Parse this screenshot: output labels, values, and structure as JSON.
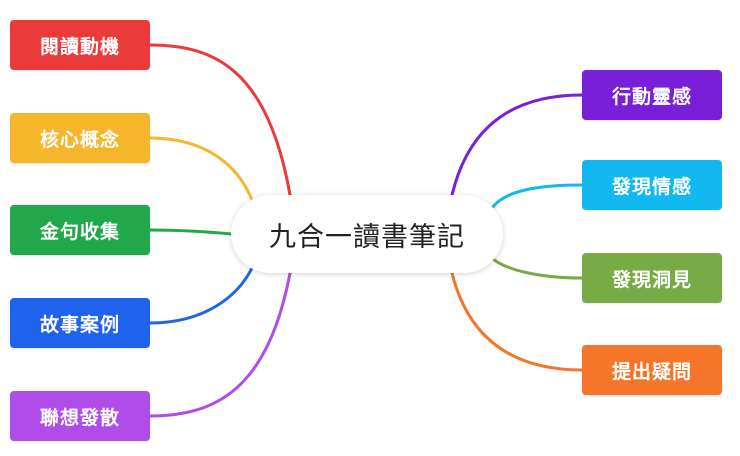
{
  "center": {
    "label": "九合一讀書筆記"
  },
  "branches": [
    {
      "id": "reading-motivation",
      "label": "閱讀動機",
      "color": "#ea3a3a"
    },
    {
      "id": "core-concepts",
      "label": "核心概念",
      "color": "#f5b62b"
    },
    {
      "id": "golden-quotes",
      "label": "金句收集",
      "color": "#21a84a"
    },
    {
      "id": "story-cases",
      "label": "故事案例",
      "color": "#1f62ec"
    },
    {
      "id": "associations",
      "label": "聯想發散",
      "color": "#b04dea"
    },
    {
      "id": "action-inspiration",
      "label": "行動靈感",
      "color": "#7a1fd8"
    },
    {
      "id": "discover-feelings",
      "label": "發現情感",
      "color": "#12b8f0"
    },
    {
      "id": "discover-insights",
      "label": "發現洞見",
      "color": "#77ab45"
    },
    {
      "id": "raise-questions",
      "label": "提出疑問",
      "color": "#f5762a"
    }
  ]
}
